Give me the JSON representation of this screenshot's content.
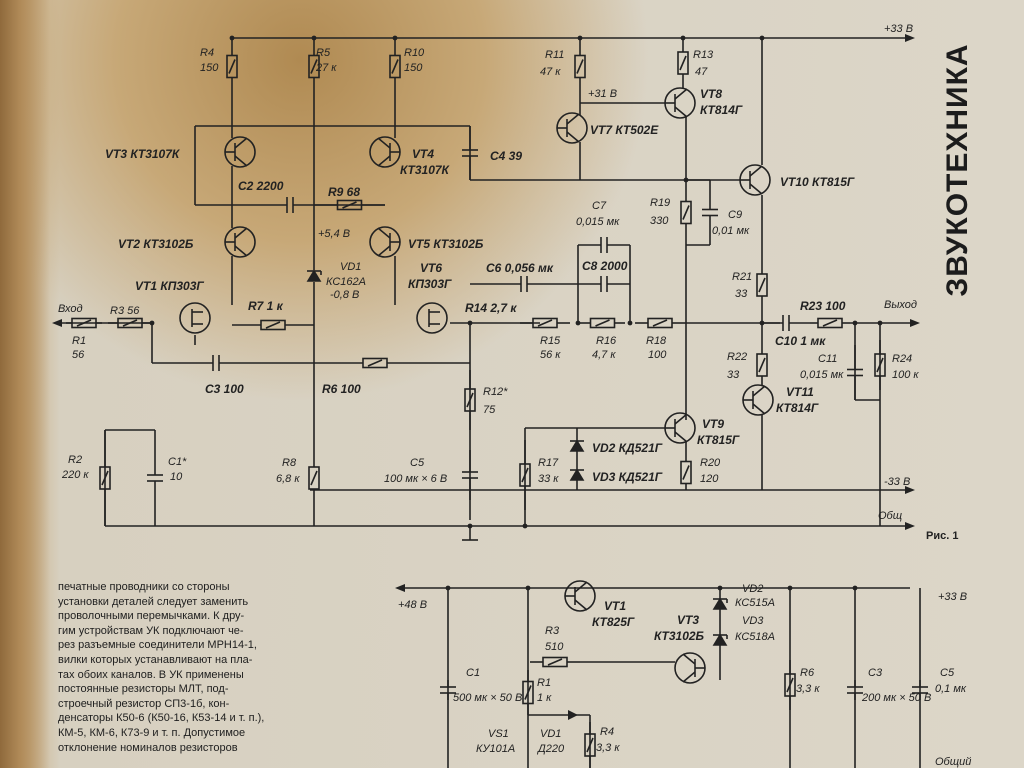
{
  "side_title": "ЗВУКОТЕХНИКА",
  "fig_caption": "Рис. 1",
  "body_lines": [
    "печатные проводники со стороны",
    "установки деталей следует заменить",
    "проволочными перемычками. К дру-",
    "гим устройствам УК подключают че-",
    "рез разъемные соединители МРН14-1,",
    "вилки которых устанавливают на пла-",
    "тах обоих каналов. В УК применены",
    "постоянные резисторы МЛТ, под-",
    "строечный резистор СП3-1б, кон-",
    "денсаторы К50-6 (К50-16, К53-14 и т. п.),",
    "КМ-5, КМ-6, К73-9 и т. п. Допустимое",
    "отклонение номиналов резисторов"
  ],
  "fig1": {
    "rails": {
      "pos": "+33 В",
      "neg": "-33 В",
      "gnd": "Общ"
    },
    "io": {
      "in": "Вход",
      "out": "Выход"
    },
    "nodes": {
      "v31": "+31 В",
      "v54": "+5,4 В",
      "vm08": "-0,8 В"
    },
    "transistors": [
      {
        "ref": "VT1",
        "type": "КП303Г"
      },
      {
        "ref": "VT2",
        "type": "КТ3102Б"
      },
      {
        "ref": "VT3",
        "type": "КТ3107К"
      },
      {
        "ref": "VT4",
        "type": "КТ3107К"
      },
      {
        "ref": "VT5",
        "type": "КТ3102Б"
      },
      {
        "ref": "VT6",
        "type": "КП303Г"
      },
      {
        "ref": "VT7",
        "type": "КТ502Е"
      },
      {
        "ref": "VT8",
        "type": "КТ814Г"
      },
      {
        "ref": "VT9",
        "type": "КТ815Г"
      },
      {
        "ref": "VT10",
        "type": "КТ815Г"
      },
      {
        "ref": "VT11",
        "type": "КТ814Г"
      }
    ],
    "resistors": [
      {
        "ref": "R1",
        "val": "56"
      },
      {
        "ref": "R2",
        "val": "220 к"
      },
      {
        "ref": "R3",
        "val": "56"
      },
      {
        "ref": "R4",
        "val": "150"
      },
      {
        "ref": "R5",
        "val": "27 к"
      },
      {
        "ref": "R6",
        "val": "100"
      },
      {
        "ref": "R7",
        "val": "1 к"
      },
      {
        "ref": "R8",
        "val": "6,8 к"
      },
      {
        "ref": "R9",
        "val": "68"
      },
      {
        "ref": "R10",
        "val": "150"
      },
      {
        "ref": "R11",
        "val": "47 к"
      },
      {
        "ref": "R12*",
        "val": "75"
      },
      {
        "ref": "R13",
        "val": "47"
      },
      {
        "ref": "R14",
        "val": "2,7 к"
      },
      {
        "ref": "R15",
        "val": "56 к"
      },
      {
        "ref": "R16",
        "val": "4,7 к"
      },
      {
        "ref": "R17",
        "val": "33 к"
      },
      {
        "ref": "R18",
        "val": "100"
      },
      {
        "ref": "R19",
        "val": "330"
      },
      {
        "ref": "R20",
        "val": "120"
      },
      {
        "ref": "R21",
        "val": "33"
      },
      {
        "ref": "R22",
        "val": "33"
      },
      {
        "ref": "R23",
        "val": "100"
      },
      {
        "ref": "R24",
        "val": "100 к"
      }
    ],
    "capacitors": [
      {
        "ref": "C1*",
        "val": "10"
      },
      {
        "ref": "C2",
        "val": "2200"
      },
      {
        "ref": "C3",
        "val": "100"
      },
      {
        "ref": "C4",
        "val": "39"
      },
      {
        "ref": "C5",
        "val": "100 мк × 6 В"
      },
      {
        "ref": "C6",
        "val": "0,056 мк"
      },
      {
        "ref": "C7",
        "val": "0,015 мк"
      },
      {
        "ref": "C8",
        "val": "2000"
      },
      {
        "ref": "C9",
        "val": "0,01 мк"
      },
      {
        "ref": "C10",
        "val": "1 мк"
      },
      {
        "ref": "C11",
        "val": "0,015 мк"
      }
    ],
    "diodes": [
      {
        "ref": "VD1",
        "type": "КС162А"
      },
      {
        "ref": "VD2",
        "type": "КД521Г"
      },
      {
        "ref": "VD3",
        "type": "КД521Г"
      }
    ]
  },
  "fig2": {
    "v48": "+48 В",
    "v33": "+33 В",
    "gnd": "Общий",
    "parts": [
      {
        "ref": "VT1",
        "type": "КТ825Г"
      },
      {
        "ref": "VT3",
        "type": "КТ3102Б"
      },
      {
        "ref": "VD2",
        "type": "КС515А"
      },
      {
        "ref": "VD3",
        "type": "КС518А"
      },
      {
        "ref": "R3",
        "val": "510"
      },
      {
        "ref": "R1",
        "val": "1 к"
      },
      {
        "ref": "R4",
        "val": "3,3 к"
      },
      {
        "ref": "R6",
        "val": "3,3 к"
      },
      {
        "ref": "VD1",
        "type": "Д220"
      },
      {
        "ref": "VS1",
        "type": "КУ101А"
      },
      {
        "ref": "C1",
        "val": "500 мк × 50 В"
      },
      {
        "ref": "C3",
        "val": "200 мк × 50 В"
      },
      {
        "ref": "C5",
        "val": "0,1 мк"
      }
    ]
  }
}
